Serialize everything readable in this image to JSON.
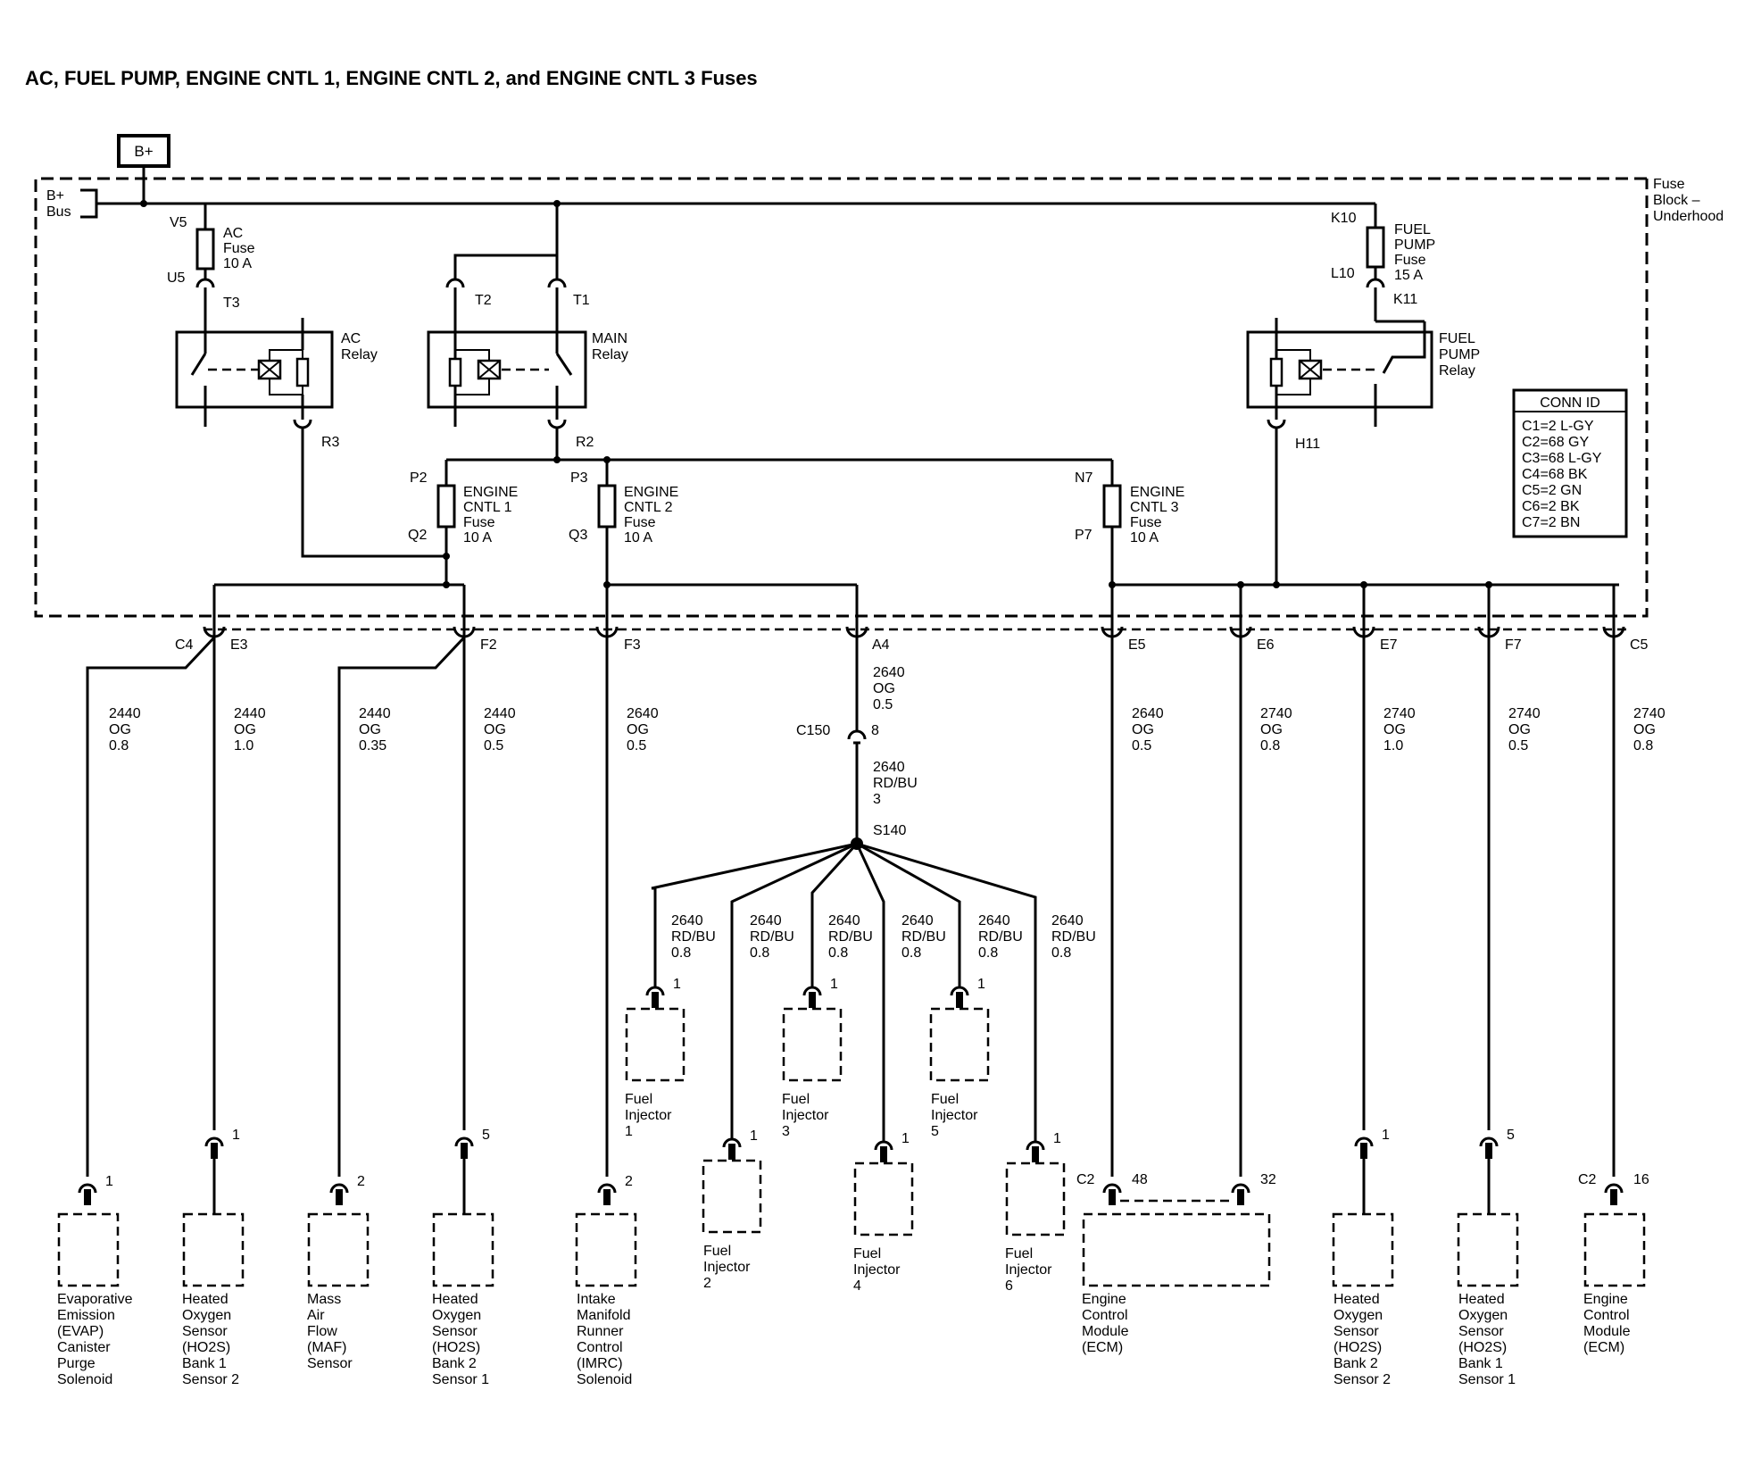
{
  "title": "AC, FUEL PUMP, ENGINE CNTL 1, ENGINE CNTL 2, and ENGINE CNTL 3 Fuses",
  "battery": "B+",
  "bus": [
    "B+",
    "Bus"
  ],
  "fuse_block": [
    "Fuse",
    "Block –",
    "Underhood"
  ],
  "fuses": {
    "ac": {
      "lines": [
        "AC",
        "Fuse",
        "10 A"
      ],
      "in": "V5",
      "out": "U5"
    },
    "fuel_pump": {
      "lines": [
        "FUEL",
        "PUMP",
        "Fuse",
        "15 A"
      ],
      "in": "K10",
      "out": "L10"
    },
    "engine_cntl_1": {
      "lines": [
        "ENGINE",
        "CNTL 1",
        "Fuse",
        "10 A"
      ],
      "in": "P2",
      "out": "Q2"
    },
    "engine_cntl_2": {
      "lines": [
        "ENGINE",
        "CNTL 2",
        "Fuse",
        "10 A"
      ],
      "in": "P3",
      "out": "Q3"
    },
    "engine_cntl_3": {
      "lines": [
        "ENGINE",
        "CNTL 3",
        "Fuse",
        "10 A"
      ],
      "in": "N7",
      "out": "P7"
    }
  },
  "relays": {
    "ac": {
      "lines": [
        "AC",
        "Relay"
      ],
      "in": "T3",
      "out": "R3"
    },
    "main": {
      "lines": [
        "MAIN",
        "Relay"
      ],
      "in1": "T2",
      "in2": "T1",
      "out": "R2"
    },
    "fuel_pump": {
      "lines": [
        "FUEL",
        "PUMP",
        "Relay"
      ],
      "in": "K11",
      "out": "H11"
    }
  },
  "conn_id": {
    "title": "CONN ID",
    "rows": [
      "C1=2 L-GY",
      "C2=68 GY",
      "C3=68 L-GY",
      "C4=68 BK",
      "C5=2 GN",
      "C6=2 BK",
      "C7=2 BN"
    ]
  },
  "connector_terminals": {
    "c4": "C4",
    "e3": "E3",
    "f2": "F2",
    "f3": "F3",
    "a4": "A4",
    "e5": "E5",
    "e6": "E6",
    "e7": "E7",
    "f7": "F7",
    "c5": "C5"
  },
  "wires": {
    "evap": [
      "2440",
      "OG",
      "0.8"
    ],
    "ho2s_b1s2": [
      "2440",
      "OG",
      "1.0"
    ],
    "maf": [
      "2440",
      "OG",
      "0.35"
    ],
    "ho2s_b2s1": [
      "2440",
      "OG",
      "0.5"
    ],
    "imrc": [
      "2640",
      "OG",
      "0.5"
    ],
    "inj_feed": [
      "2640",
      "OG",
      "0.5"
    ],
    "inj_feed2": [
      "2640",
      "RD/BU",
      "3"
    ],
    "ecm48": [
      "2640",
      "OG",
      "0.5"
    ],
    "ecm32": [
      "2740",
      "OG",
      "0.8"
    ],
    "ho2s_b2s2": [
      "2740",
      "OG",
      "1.0"
    ],
    "ho2s_b1s1": [
      "2740",
      "OG",
      "0.5"
    ],
    "ecm16": [
      "2740",
      "OG",
      "0.8"
    ],
    "inj": [
      "2640",
      "RD/BU",
      "0.8"
    ]
  },
  "c150": {
    "name": "C150",
    "pin": "8"
  },
  "splice": "S140",
  "components": {
    "evap": {
      "lines": [
        "Evaporative",
        "Emission",
        "(EVAP)",
        "Canister",
        "Purge",
        "Solenoid"
      ],
      "pin": "1"
    },
    "ho2s_b1s2": {
      "lines": [
        "Heated",
        "Oxygen",
        "Sensor",
        "(HO2S)",
        "Bank 1",
        "Sensor 2"
      ],
      "pin": "1"
    },
    "maf": {
      "lines": [
        "Mass",
        "Air",
        "Flow",
        "(MAF)",
        "Sensor"
      ],
      "pin": "2"
    },
    "ho2s_b2s1": {
      "lines": [
        "Heated",
        "Oxygen",
        "Sensor",
        "(HO2S)",
        "Bank 2",
        "Sensor 1"
      ],
      "pin": "5"
    },
    "imrc": {
      "lines": [
        "Intake",
        "Manifold",
        "Runner",
        "Control",
        "(IMRC)",
        "Solenoid"
      ],
      "pin": "2"
    },
    "ecm_a": {
      "lines": [
        "Engine",
        "Control",
        "Module",
        "(ECM)"
      ],
      "conn": "C2",
      "pin1": "48",
      "pin2": "32"
    },
    "ho2s_b2s2": {
      "lines": [
        "Heated",
        "Oxygen",
        "Sensor",
        "(HO2S)",
        "Bank 2",
        "Sensor 2"
      ],
      "pin": "1"
    },
    "ho2s_b1s1": {
      "lines": [
        "Heated",
        "Oxygen",
        "Sensor",
        "(HO2S)",
        "Bank 1",
        "Sensor 1"
      ],
      "pin": "5"
    },
    "ecm_b": {
      "lines": [
        "Engine",
        "Control",
        "Module",
        "(ECM)"
      ],
      "conn": "C2",
      "pin": "16"
    }
  },
  "injectors": [
    {
      "lines": [
        "Fuel",
        "Injector",
        "1"
      ],
      "pin": "1"
    },
    {
      "lines": [
        "Fuel",
        "Injector",
        "2"
      ],
      "pin": "1"
    },
    {
      "lines": [
        "Fuel",
        "Injector",
        "3"
      ],
      "pin": "1"
    },
    {
      "lines": [
        "Fuel",
        "Injector",
        "4"
      ],
      "pin": "1"
    },
    {
      "lines": [
        "Fuel",
        "Injector",
        "5"
      ],
      "pin": "1"
    },
    {
      "lines": [
        "Fuel",
        "Injector",
        "6"
      ],
      "pin": "1"
    }
  ]
}
